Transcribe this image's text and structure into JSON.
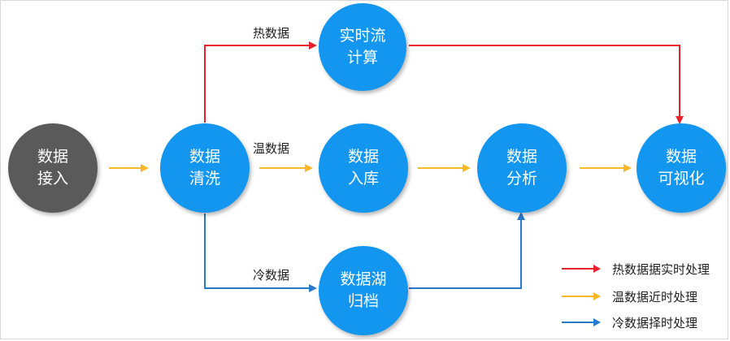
{
  "colors": {
    "node_blue": "#1296f0",
    "node_gray": "#5a5a5a",
    "hot": "#e8212a",
    "warm": "#f7b928",
    "cold": "#2a78c8"
  },
  "nodes": {
    "ingest": "数据\n接入",
    "clean": "数据\n清洗",
    "stream": "实时流\n计算",
    "store": "数据\n入库",
    "analyze": "数据\n分析",
    "visualize": "数据\n可视化",
    "archive": "数据湖\n归档"
  },
  "edge_labels": {
    "hot": "热数据",
    "warm": "温数据",
    "cold": "冷数据"
  },
  "legend": {
    "hot": "热数据据实时处理",
    "warm": "温数据近时处理",
    "cold": "冷数据择时处理"
  }
}
